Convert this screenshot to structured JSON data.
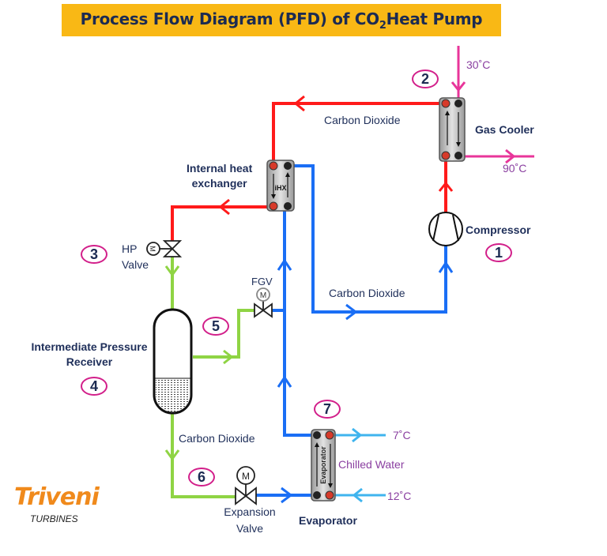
{
  "title": {
    "prefix": "Process Flow Diagram (PFD) of CO",
    "subscript": "2",
    "suffix": "Heat Pump"
  },
  "components": {
    "gas_cooler": "Gas Cooler",
    "compressor": "Compressor",
    "ihx_line1": "Internal heat",
    "ihx_line2": "exchanger",
    "ihx_tag": "iHX",
    "hp_valve_line1": "HP",
    "hp_valve_line2": "Valve",
    "fgv": "FGV",
    "receiver_line1": "Intermediate Pressure",
    "receiver_line2": "Receiver",
    "expansion_line1": "Expansion",
    "expansion_line2": "Valve",
    "evaporator": "Evaporator",
    "evaporator_tag": "Evaporator",
    "motor_symbol": "M"
  },
  "stream_labels": {
    "top": "Carbon Dioxide",
    "middle": "Carbon Dioxide",
    "bottom": "Carbon Dioxide",
    "chilled_water": "Chilled  Water"
  },
  "temperatures": {
    "gas_cooler_in": "30˚C",
    "gas_cooler_out": "90˚C",
    "chilled_out": "7˚C",
    "chilled_in": "12˚C"
  },
  "state_points": [
    "1",
    "2",
    "3",
    "4",
    "5",
    "6",
    "7"
  ],
  "colors": {
    "hot_line": "#ff1a1a",
    "cold_line": "#1a6ef5",
    "liquid_line": "#8fd444",
    "water_hot": "#e8359a",
    "water_cold": "#3fb4ee",
    "badge_border": "#d21f8a",
    "title_bg": "#f9b815"
  },
  "logo": {
    "brand": "Triveni",
    "sub": "TURBINES"
  }
}
